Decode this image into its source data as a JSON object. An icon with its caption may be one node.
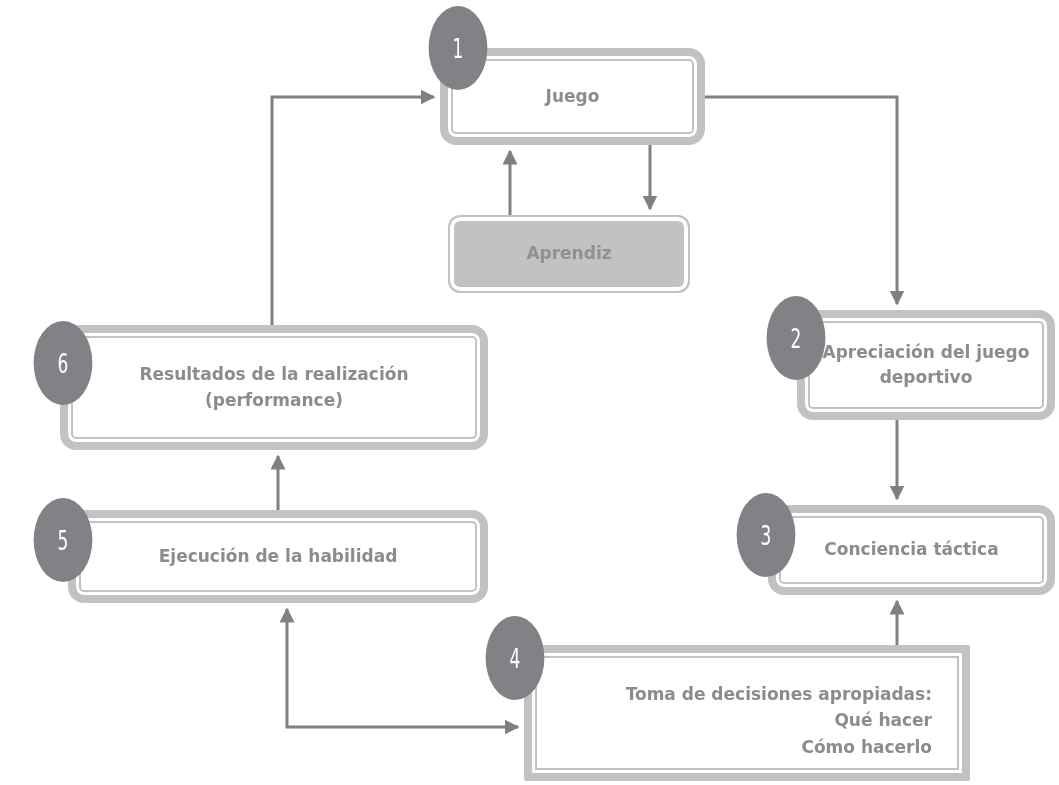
{
  "diagram": {
    "nodes": [
      {
        "text": [
          "1",
          "Juego"
        ]
      },
      {
        "text": [
          "Aprendiz"
        ]
      },
      {
        "text": [
          "2",
          "Apreciación del juego deportivo"
        ]
      },
      {
        "text": [
          "3",
          "Conciencia táctica"
        ]
      },
      {
        "text": [
          "4",
          "Toma de decisiones apropiadas:",
          "Qué hacer",
          "Cómo hacerlo"
        ]
      },
      {
        "text": [
          "5",
          "Ejecución de la habilidad"
        ]
      },
      {
        "text": [
          "6",
          "Resultados de la realización (performance)"
        ]
      }
    ],
    "edges": [
      {
        "from": 0,
        "to": 2,
        "arrow": "to"
      },
      {
        "from": 0,
        "to": 1,
        "arrow": "to"
      },
      {
        "from": 1,
        "to": 0,
        "arrow": "to"
      },
      {
        "from": 2,
        "to": 3,
        "arrow": "to"
      },
      {
        "from": 4,
        "to": 3,
        "arrow": "to"
      },
      {
        "from": 4,
        "to": 5,
        "arrow": "both"
      },
      {
        "from": 5,
        "to": 6,
        "arrow": "to"
      },
      {
        "from": 6,
        "to": 0,
        "arrow": "to"
      }
    ]
  }
}
